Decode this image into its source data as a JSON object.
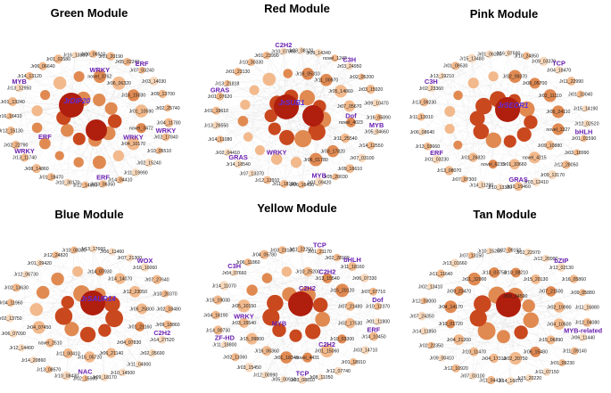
{
  "colors": {
    "hub": "#b01e0e",
    "strong": "#c9481e",
    "medium": "#e08a52",
    "weak": "#f2b98c",
    "faint": "#f8d9bd",
    "edge": "#d0d0d0",
    "tf_text": "#6a1fb0",
    "hub_text": "#5b2fe0"
  },
  "modules": [
    {
      "title": "Green Module",
      "hubs": [
        {
          "label": "JrDIP20"
        }
      ],
      "tf_labels": [
        "ERF",
        "WRKY",
        "ERF",
        "WRKY",
        "MYB",
        "WRKY",
        "WRKY",
        "ERF"
      ],
      "node_labels": [
        "Jr06_06510",
        "Jr01_20190",
        "Jr05_02240",
        "Jr07_03240",
        "Jr03_14030",
        "Jr09_13700",
        "Jr02_25740",
        "Jr04_11780",
        "Jr02_17840",
        "Jr10_05510",
        "Jr02_15240",
        "Jr11_19990",
        "Jr14_04410",
        "Jr03_06350",
        "Jr12_14850",
        "Jr10_30170",
        "Jr01_18470",
        "Jr08_14860",
        "Jr13_11740",
        "Jr02_22790",
        "Jr12_15130",
        "Jr16_16410",
        "Jr01_13240",
        "Jr13_12950",
        "Jr14_13120",
        "Jr06_06640",
        "Jr01_02580",
        "Jr16_13880",
        "novel_3762",
        "Jr06_06320",
        "Jr16_15030",
        "Jr01_10590",
        "novel_3472",
        "Jr04_10170"
      ],
      "node_count": 54
    },
    {
      "title": "Red Module",
      "hubs": [
        {
          "label": "JrSUB1"
        }
      ],
      "tf_labels": [
        "C3H",
        "MYB",
        "MYB",
        "GRAS",
        "GRAS",
        "C2H2",
        "Dof",
        "WRKY"
      ],
      "node_labels": [
        "Jr03_08120",
        "Jr09_14340",
        "novel_1242",
        "Jr03_24950",
        "Jr02_05200",
        "Jr03_15920",
        "Jr09_10470",
        "Jr16_05890",
        "Jr05_04660",
        "Jr14_12550",
        "Jr07_03100",
        "Jr09_16610",
        "Jr05_20030",
        "Jr01_09420",
        "Jr06_16490",
        "Jr11_18180",
        "Jr12_13910",
        "Jr07_13370",
        "Jr14_18540",
        "Jr02_04410",
        "Jr14_11080",
        "Jr13_26550",
        "Jr01_19610",
        "Jr01_07620",
        "Jr13_21818",
        "Jr01_23130",
        "Jr10_30330",
        "Jr01_23990",
        "Jr10_07060",
        "Jr16_05310",
        "Jr11_00970",
        "Jr05_14060",
        "Jr07_05670",
        "novel_4023",
        "Jr11_25540",
        "Jr03_17820",
        "Jr06_01780"
      ],
      "node_count": 56
    },
    {
      "title": "Pink Module",
      "hubs": [
        {
          "label": "JrSEOR1"
        }
      ],
      "tf_labels": [
        "TCP",
        "bHLH",
        "GRAS",
        "ERF",
        "C3H"
      ],
      "node_labels": [
        "Jr16_07590",
        "Jr10_24850",
        "Jr09_03370",
        "Jr04_18470",
        "Jr11_22990",
        "Jr01_10040",
        "Jr15_14190",
        "Jr12_02520",
        "Jr01_01590",
        "Jr03_18990",
        "Jr12_28050",
        "Jr09_13170",
        "Jr03_12410",
        "Jr10_19460",
        "Jr10_13380",
        "Jr14_11290",
        "Jr07_07300",
        "Jr13_08070",
        "Jr01_03230",
        "Jr13_03660",
        "Jr06_08640",
        "Jr11_13910",
        "Jr13_09230",
        "Jr02_23360",
        "Jr13_19210",
        "Jr01_09530",
        "Jr15_13480",
        "Jr01_06230",
        "Jr02_09370",
        "Jr08_05700",
        "Jr02_11110",
        "Jr05_24110",
        "novel_1327",
        "Jr09_10880",
        "novel_4215",
        "Jr01_33660",
        "novel_6235",
        "Jr01_26820"
      ],
      "node_count": 54
    },
    {
      "title": "Blue Module",
      "hubs": [
        {
          "label": "JrSAUR14"
        }
      ],
      "tf_labels": [
        "WOX",
        "C2H2",
        "NAC"
      ],
      "node_labels": [
        "Jr13_17660",
        "Jr06_11460",
        "Jr07_21300",
        "Jr16_10060",
        "Jr07_27640",
        "Jr10_20370",
        "Jr02_18480",
        "Jr09_18860",
        "Jr14_27520",
        "Jr02_05690",
        "Jr11_04900",
        "Jr10_14500",
        "Jr09_18170",
        "Jr02_15900",
        "Jr10_08430",
        "Jr13_08570",
        "Jr14_20860",
        "Jr12_14400",
        "Jr06_07090",
        "Jr02_13750",
        "Jr04_11960",
        "Jr02_13630",
        "Jr12_06730",
        "Jr01_09420",
        "Jr12_24820",
        "Jr10_08330",
        "Jr14_07930",
        "Jr14_14070",
        "Jr12_23050",
        "Jr05_25800",
        "Jr01_21160",
        "Jr04_07830",
        "Jr06_21140",
        "Jr15_05720",
        "Jr11_00410",
        "novel_2510",
        "Jr04_07450"
      ],
      "node_count": 50
    },
    {
      "title": "Yellow Module",
      "hubs": [],
      "tf_labels": [
        "bHLH",
        "ERF",
        "TCP",
        "ZF-HD",
        "C3H",
        "C2H2",
        "C2H2",
        "WRKY",
        "C2H2",
        "MYB",
        "TCP",
        "Dof"
      ],
      "node_labels": [
        "Jr11_22250",
        "Jr01_21170",
        "Jr02_28190",
        "Jr11_18160",
        "Jr06_07330",
        "Jr07_07710",
        "Jr10_12370",
        "Jr01_11800",
        "Jr14_10450",
        "Jr03_14710",
        "Jr01_18910",
        "Jr12_07740",
        "Jr08_11050",
        "Jr03_08810",
        "Jr05_00910",
        "Jr12_00990",
        "Jr03_15450",
        "Jr02_11060",
        "Jr11_18800",
        "Jr14_00730",
        "Jr04_16190",
        "Jr15_19030",
        "Jr14_11070",
        "Jr04_07660",
        "Jr06_11860",
        "Jr04_05780",
        "Jr03_23130",
        "Jr10_25200",
        "Jr13_15540",
        "Jr15_20120",
        "Jr07_21480",
        "Jr02_17530",
        "Jr10_03300",
        "Jr01_15060",
        "novel_4431",
        "Jr01_18340",
        "Jr16_06360",
        "Jr15_09800",
        "Jr03_15540",
        "Jr05_10150"
      ],
      "node_count": 52
    },
    {
      "title": "Tan Module",
      "hubs": [],
      "tf_labels": [
        "bZIP",
        "MYB-related"
      ],
      "node_labels": [
        "Jr02_09150",
        "Jr02_22970",
        "Jr12_20990",
        "Jr12_02130",
        "Jr16_05860",
        "Jr09_05880",
        "Jr11_16880",
        "Jr12_04080",
        "Jr06_11440",
        "Jr11_09140",
        "Jr01_09230",
        "Jr11_07150",
        "Jr15_20220",
        "Jr14_16070",
        "Jr11_04420",
        "Jr07_03100",
        "Jr12_10920",
        "Jr09_00410",
        "Jr02_22350",
        "Jr14_11850",
        "Jr07_24350",
        "Jr12_03000",
        "Jr02_13410",
        "Jr11_11640",
        "Jr13_01660",
        "Jr07_13150",
        "Jr10_15250",
        "Jr10_08210",
        "Jr15_20130",
        "Jr07_21500",
        "Jr02_19990",
        "Jr04_10500",
        "Jr15_06890",
        "Jr06_15480",
        "Jr02_20750",
        "Jr04_17310",
        "Jr10_11470",
        "Jr04_21200",
        "Jr10_01720",
        "Jr04_14170",
        "Jr09_23470",
        "Jr01_32000",
        "Jr13_03750",
        "Jr03_04590"
      ],
      "node_count": 52
    }
  ]
}
